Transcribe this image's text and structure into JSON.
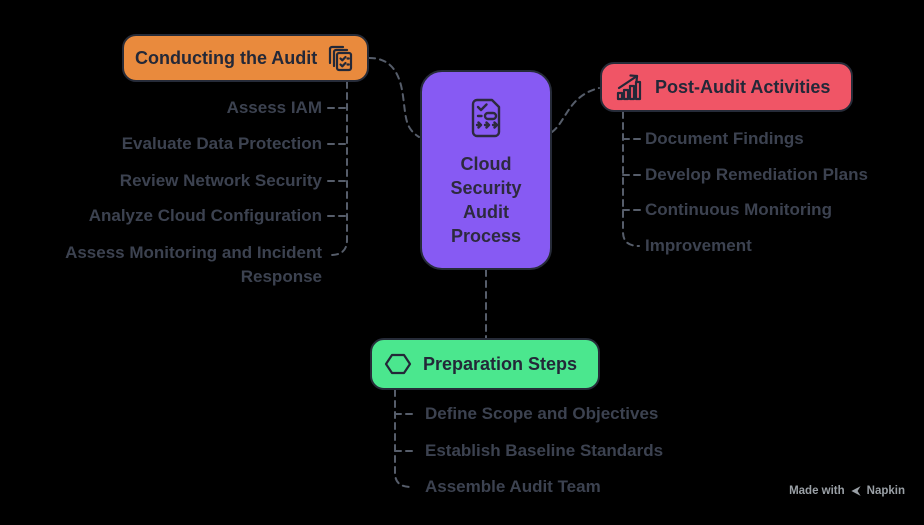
{
  "background_color": "#000000",
  "connector_color": "#565d6a",
  "item_text_color": "#3c4250",
  "node_text_color": "#232838",
  "center": {
    "label": "Cloud Security Audit Process",
    "color": "#875AF3",
    "icon": "process-document-icon"
  },
  "branches": {
    "conducting": {
      "label": "Conducting the Audit",
      "color": "#E98A3D",
      "icon": "checklist-stack-icon",
      "items": [
        "Assess IAM",
        "Evaluate Data Protection",
        "Review Network Security",
        "Analyze Cloud Configuration",
        "Assess Monitoring and Incident Response"
      ]
    },
    "postaudit": {
      "label": "Post-Audit Activities",
      "color": "#F05566",
      "icon": "trend-chart-icon",
      "items": [
        "Document Findings",
        "Develop Remediation Plans",
        "Continuous Monitoring",
        "Improvement"
      ]
    },
    "preparation": {
      "label": "Preparation Steps",
      "color": "#4BE78E",
      "icon": "hexagon-icon",
      "items": [
        "Define Scope and Objectives",
        "Establish Baseline Standards",
        "Assemble Audit Team"
      ]
    }
  },
  "watermark": {
    "prefix": "Made with",
    "brand": "Napkin"
  }
}
